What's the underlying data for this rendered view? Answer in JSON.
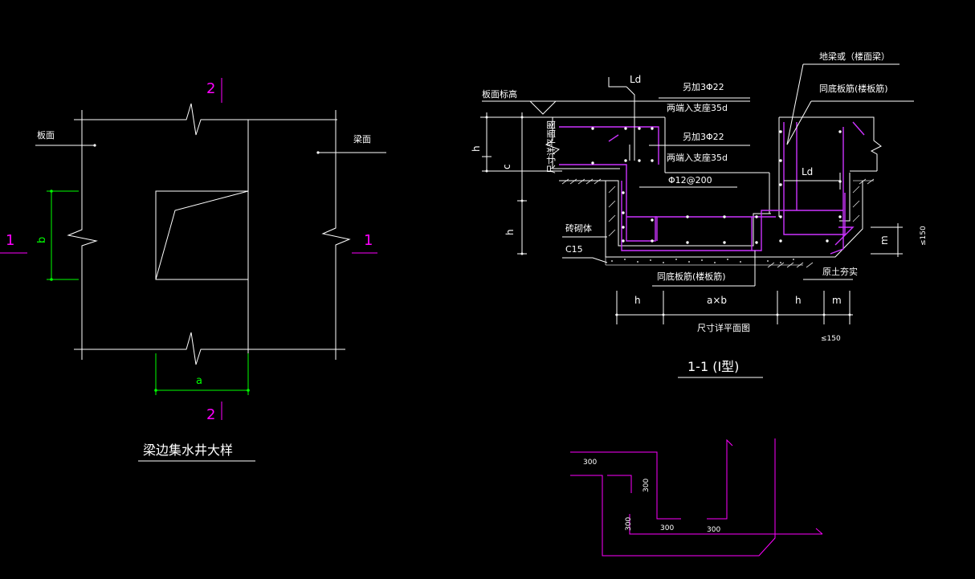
{
  "plan": {
    "label_board_face": "板面",
    "label_beam_face": "梁面",
    "section_mark_1": "1",
    "section_mark_2": "2",
    "dim_a": "a",
    "dim_b": "b",
    "title": "梁边集水井大样"
  },
  "section": {
    "label_slab_elev": "板面标高",
    "label_ld_top": "Ld",
    "label_rebar1_a": "另加3Φ22",
    "label_rebar1_b": "两端入支座35d",
    "label_rebar2_a": "另加3Φ22",
    "label_rebar2_b": "两端入支座35d",
    "label_stirrup": "Φ12@200",
    "label_ground_beam": "地梁或（楼面梁）",
    "label_same_slab_top": "同底板筋(楼板筋)",
    "label_ld_right": "Ld",
    "label_vertical": "尺寸详平面图",
    "label_h1": "h",
    "label_c": "c",
    "label_h2": "h",
    "label_brick": "砖砌体",
    "label_c15": "C15",
    "label_same_slab_bottom": "同底板筋(楼板筋)",
    "label_soil": "原土夯实",
    "label_m": "m",
    "label_150a": "≤150",
    "dim_h_left": "h",
    "dim_axb": "a×b",
    "dim_h_right": "h",
    "dim_m": "m",
    "label_plan_ref": "尺寸详平面图",
    "label_150b": "≤150",
    "title": "1-1 (I型)"
  },
  "rebar_detail": {
    "d1": "300",
    "d2": "300",
    "d3": "300",
    "d4": "300",
    "d5": "300"
  }
}
